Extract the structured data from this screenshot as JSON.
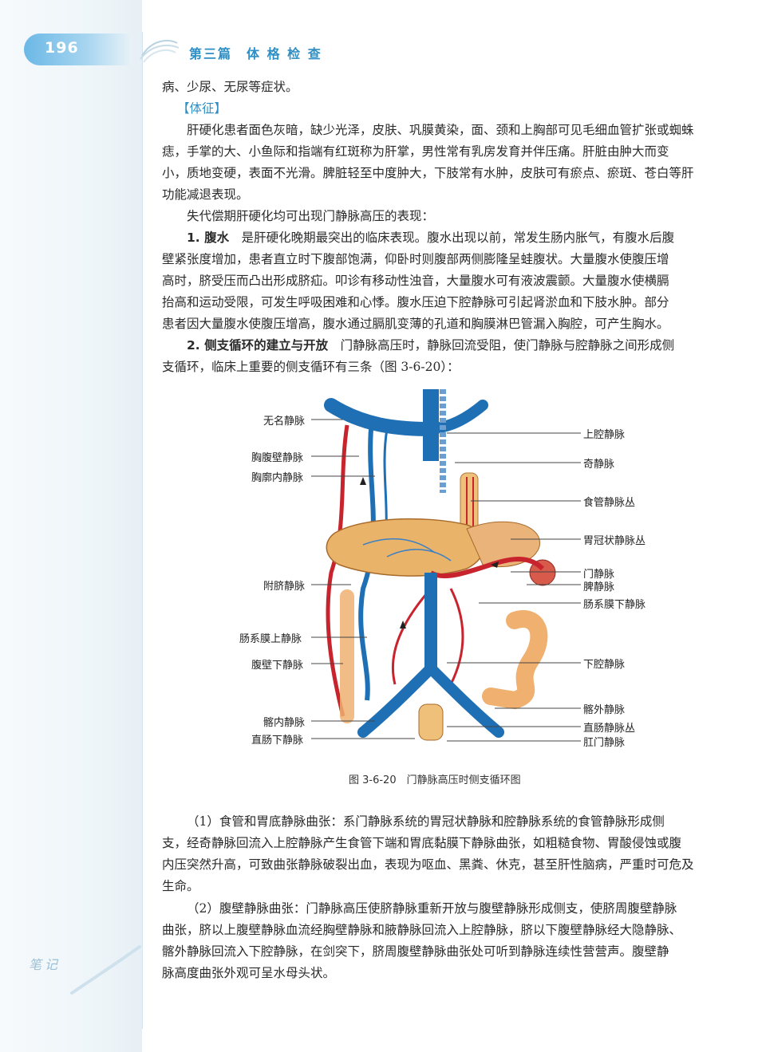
{
  "header": {
    "page_number": "196",
    "section_title": "第三篇　体 格 检 查"
  },
  "text": {
    "l1": "病、少尿、无尿等症状。",
    "signs_heading": "【体征】",
    "p1": [
      "肝硬化患者面色灰暗，缺少光泽，皮肤、巩膜黄染，面、颈和上胸部可见毛细血管扩张或蜘蛛",
      "痣，手掌的大、小鱼际和指端有红斑称为肝掌，男性常有乳房发育并伴压痛。肝脏由肿大而变",
      "小，质地变硬，表面不光滑。脾脏轻至中度肿大，下肢常有水肿，皮肤可有瘀点、瘀斑、苍白等肝",
      "功能减退表现。"
    ],
    "p2": "失代偿期肝硬化均可出现门静脉高压的表现：",
    "ascites_title": "1. 腹水",
    "p3_first": "　是肝硬化晚期最突出的临床表现。腹水出现以前，常发生肠内胀气，有腹水后腹",
    "p3": [
      "壁紧张度增加，患者直立时下腹部饱满，仰卧时则腹部两侧膨隆呈蛙腹状。大量腹水使腹压增",
      "高时，脐受压而凸出形成脐疝。叩诊有移动性浊音，大量腹水可有液波震颤。大量腹水使横膈",
      "抬高和运动受限，可发生呼吸困难和心悸。腹水压迫下腔静脉可引起肾淤血和下肢水肿。部分",
      "患者因大量腹水使腹压增高，腹水通过膈肌变薄的孔道和胸膜淋巴管漏入胸腔，可产生胸水。"
    ],
    "collateral_title": "2. 侧支循环的建立与开放",
    "p4_first": "　门静脉高压时，静脉回流受阻，使门静脉与腔静脉之间形成侧",
    "p4": [
      "支循环，临床上重要的侧支循环有三条（图 3-6-20）："
    ],
    "p5": [
      "（1）食管和胃底静脉曲张：系门静脉系统的胃冠状静脉和腔静脉系统的食管静脉形成侧",
      "支，经奇静脉回流入上腔静脉产生食管下端和胃底黏膜下静脉曲张，如粗糙食物、胃酸侵蚀或腹",
      "内压突然升高，可致曲张静脉破裂出血，表现为呕血、黑粪、休克，甚至肝性脑病，严重时可危及",
      "生命。"
    ],
    "p6": [
      "（2）腹壁静脉曲张：门静脉高压使脐静脉重新开放与腹壁静脉形成侧支，使脐周腹壁静脉",
      "曲张，脐以上腹壁静脉血流经胸壁静脉和腋静脉回流入上腔静脉，脐以下腹壁静脉经大隐静脉、",
      "髂外静脉回流入下腔静脉，在剑突下，脐周腹壁静脉曲张处可听到静脉连续性营营声。腹壁静",
      "脉高度曲张外观可呈水母头状。"
    ]
  },
  "figure": {
    "caption": "图 3-6-20　门静脉高压时侧支循环图",
    "labels_left": [
      "无名静脉",
      "胸腹壁静脉",
      "胸廓内静脉",
      "附脐静脉",
      "肠系膜上静脉",
      "腹壁下静脉",
      "髂内静脉",
      "直肠下静脉"
    ],
    "labels_right": [
      "上腔静脉",
      "奇静脉",
      "食管静脉丛",
      "胃冠状静脉丛",
      "门静脉",
      "脾静脉",
      "肠系膜下静脉",
      "下腔静脉",
      "髂外静脉",
      "直肠静脉丛",
      "肛门静脉"
    ],
    "colors": {
      "vein_blue": "#1f6fb4",
      "portal_red": "#c8242e",
      "liver": "#e9b46a",
      "intestine": "#efb070"
    }
  },
  "margin": {
    "notes_label": "笔记"
  }
}
